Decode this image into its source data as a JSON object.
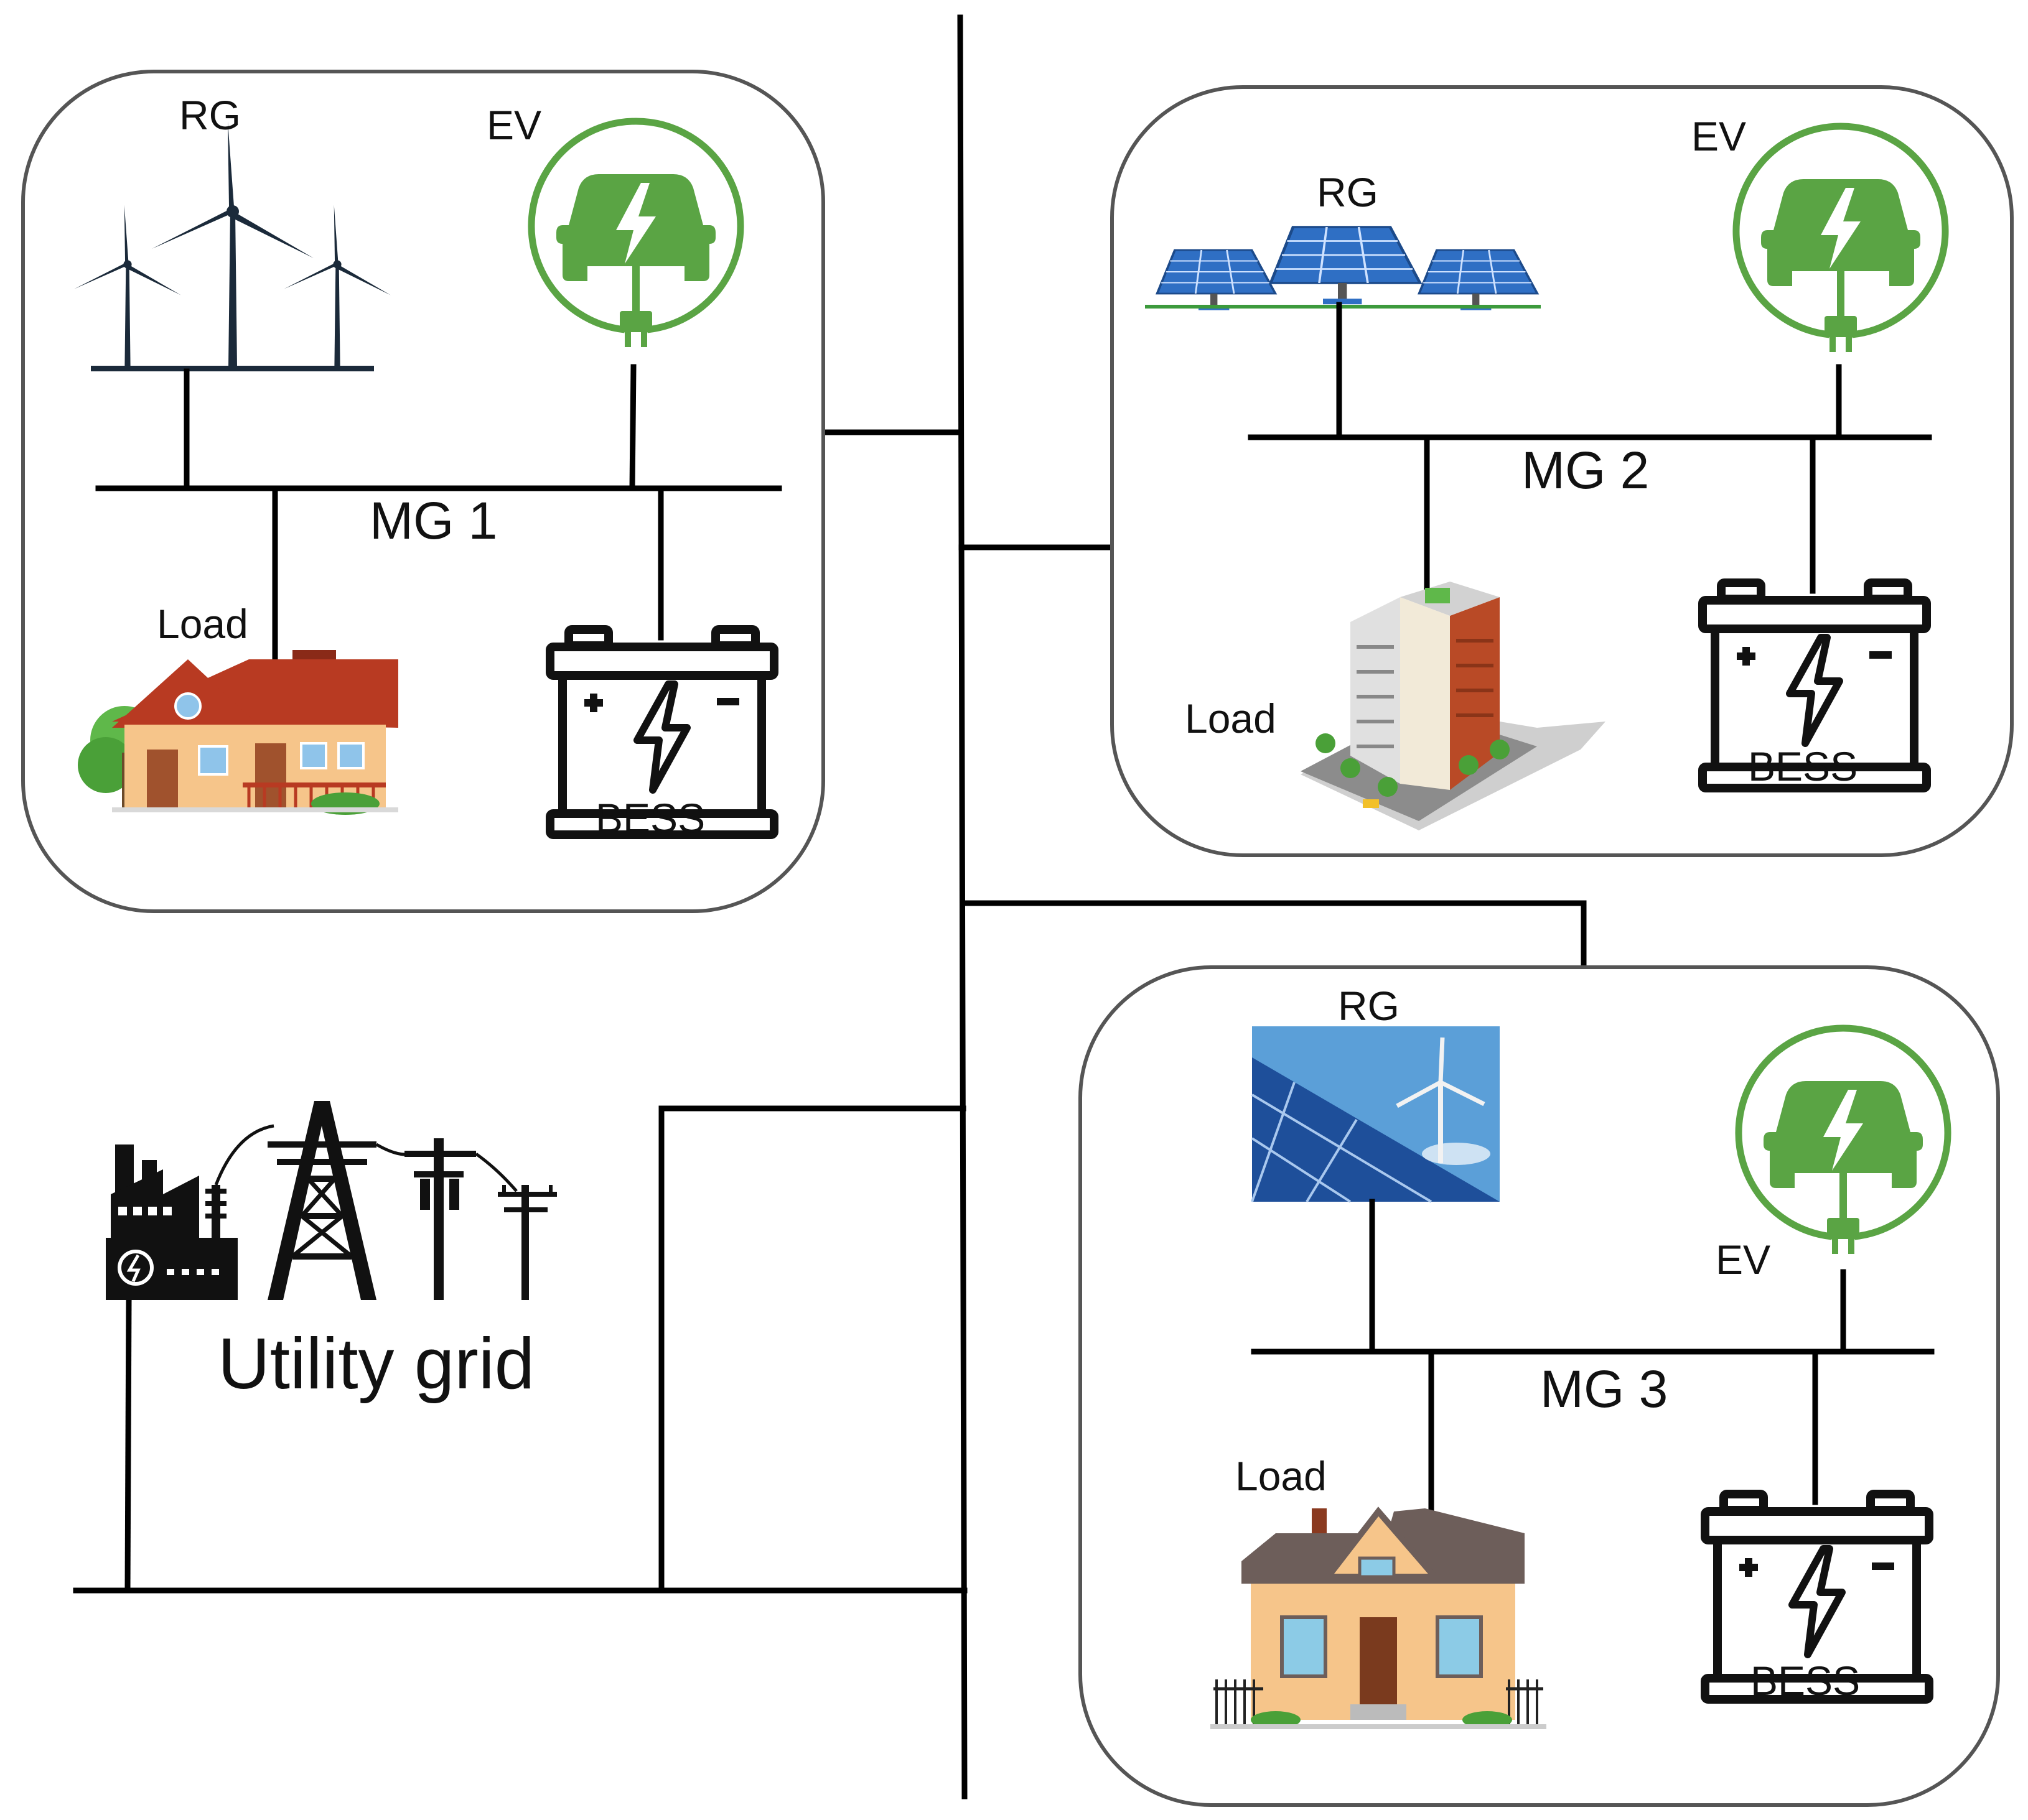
{
  "colors": {
    "ev_green": "#5aa444",
    "wire": "#000000",
    "box_border": "#555555",
    "turbine": "#1b2a3a",
    "solar_blue": "#2f6fc4",
    "roof_red": "#b83a22",
    "house_wall": "#f6c58a"
  },
  "icons": {
    "wind": "wind-turbine-icon",
    "solar": "solar-panel-icon",
    "hybrid": "solar-wind-photo-icon",
    "ev": "ev-charger-icon",
    "battery": "battery-icon",
    "house": "house-icon",
    "building": "building-icon",
    "grid": "power-plant-transmission-icon"
  },
  "mg1": {
    "title": "MG 1",
    "rg": "RG",
    "ev": "EV",
    "load": "Load",
    "bess": "BESS"
  },
  "mg2": {
    "title": "MG 2",
    "rg": "RG",
    "ev": "EV",
    "load": "Load",
    "bess": "BESS"
  },
  "mg3": {
    "title": "MG 3",
    "rg": "RG",
    "ev": "EV",
    "load": "Load",
    "bess": "BESS"
  },
  "utility": {
    "title": "Utility grid"
  }
}
